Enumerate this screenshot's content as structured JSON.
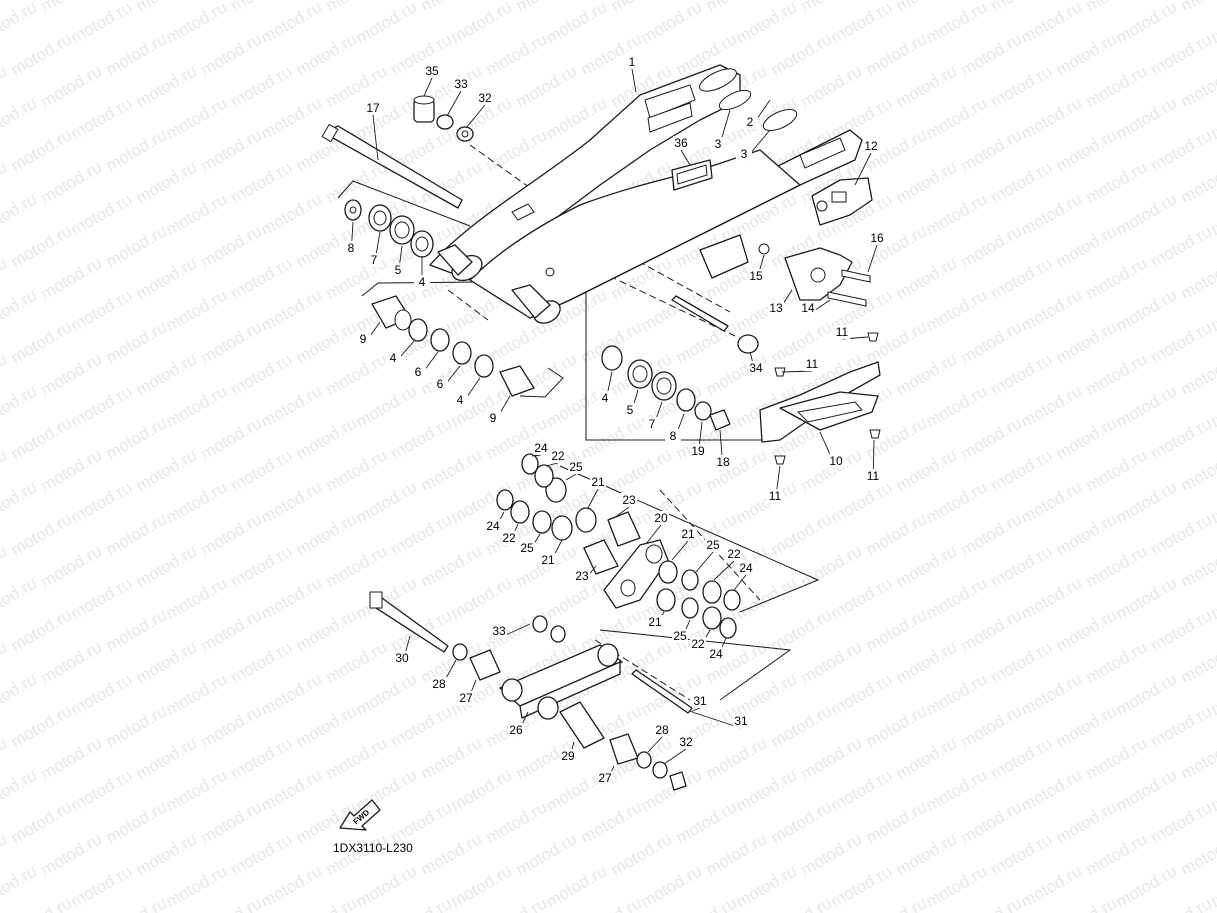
{
  "watermark": "motod.ru",
  "diagram_code": "1DX3110-L230",
  "direction_label": "FWD",
  "callouts": [
    "1",
    "2",
    "3",
    "3",
    "4",
    "4",
    "4",
    "4",
    "5",
    "5",
    "6",
    "6",
    "7",
    "7",
    "8",
    "8",
    "9",
    "9",
    "10",
    "11",
    "11",
    "11",
    "11",
    "12",
    "13",
    "14",
    "15",
    "16",
    "17",
    "18",
    "19",
    "20",
    "21",
    "21",
    "21",
    "21",
    "22",
    "22",
    "22",
    "22",
    "23",
    "23",
    "24",
    "24",
    "24",
    "24",
    "25",
    "25",
    "25",
    "25",
    "26",
    "27",
    "27",
    "28",
    "28",
    "29",
    "30",
    "31",
    "31",
    "32",
    "32",
    "33",
    "33",
    "34",
    "35",
    "36"
  ]
}
